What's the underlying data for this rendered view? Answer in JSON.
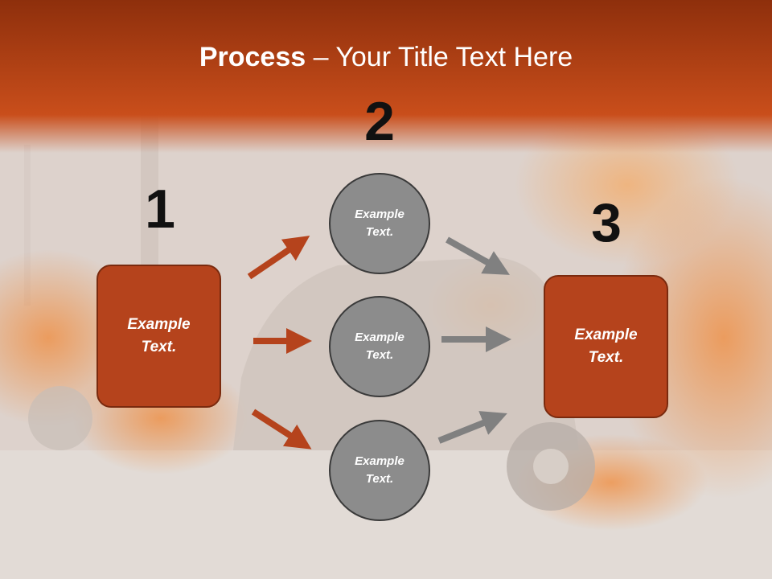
{
  "slide": {
    "title_bold": "Process",
    "title_rest": " – Your Title Text Here",
    "numbers": [
      "1",
      "2",
      "3"
    ],
    "box_left": "Example\nText.",
    "box_right": "Example\nText.",
    "circles": [
      "Example\nText.",
      "Example\nText.",
      "Example\nText."
    ]
  },
  "colors": {
    "accent": "#b5431c",
    "header_top": "#8e2f0c",
    "header_bottom": "#c94e1b",
    "circle_fill": "#8c8c8c",
    "arrow_orange": "#b5431c",
    "arrow_gray": "#808080"
  },
  "background": "burning car photograph (faded)"
}
